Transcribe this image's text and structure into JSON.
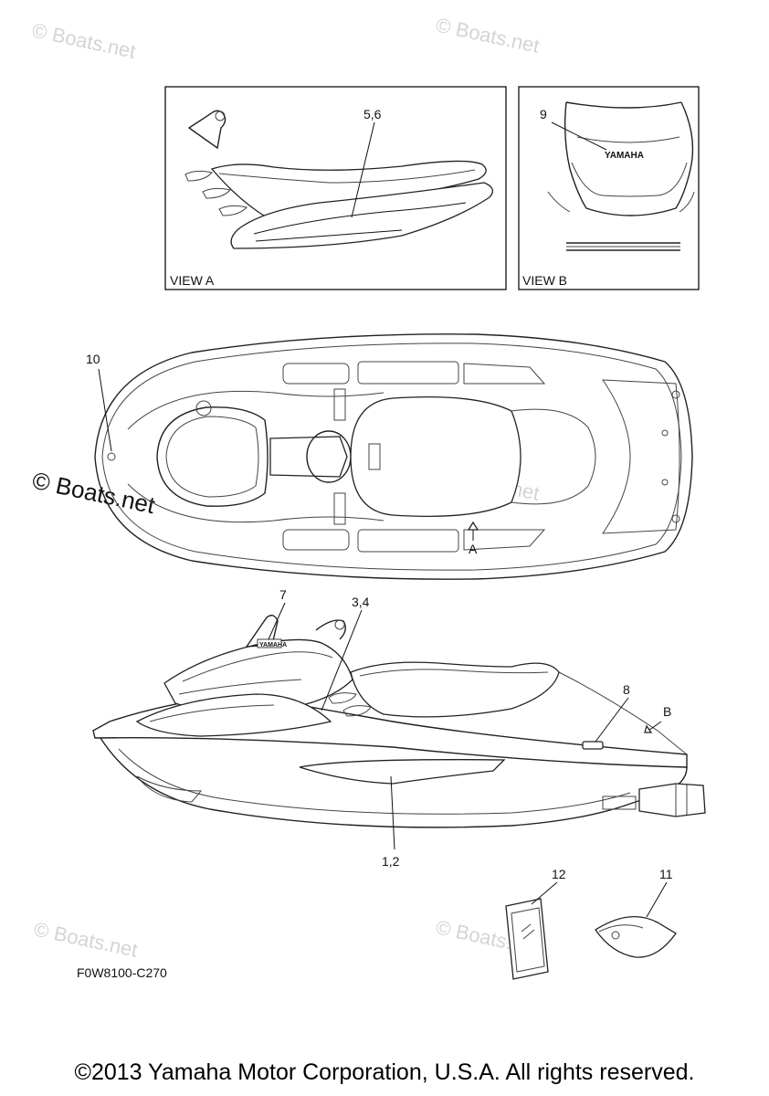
{
  "watermarks": {
    "top_left": "© Boats.net",
    "top_right": "© Boats.net",
    "mid_left": "© Boats.net",
    "mid_right": "© Boats.net",
    "bottom_left": "© Boats.net",
    "bottom_right": "© Boats.net"
  },
  "view_a": {
    "title": "VIEW A",
    "callout": "5,6"
  },
  "view_b": {
    "title": "VIEW B",
    "callout": "9",
    "logo_text": "YAMAHA"
  },
  "top_view": {
    "callout_10": "10",
    "arrow_label": "A"
  },
  "side_view": {
    "callout_7": "7",
    "callout_34": "3,4",
    "callout_8": "8",
    "callout_12": "1,2",
    "arrow_label": "B",
    "logo_text": "YAMAHA"
  },
  "parts": {
    "callout_12": "12",
    "callout_11": "11"
  },
  "drawing_code": "F0W8100-C270",
  "copyright": "©2013 Yamaha Motor Corporation, U.S.A. All rights reserved."
}
